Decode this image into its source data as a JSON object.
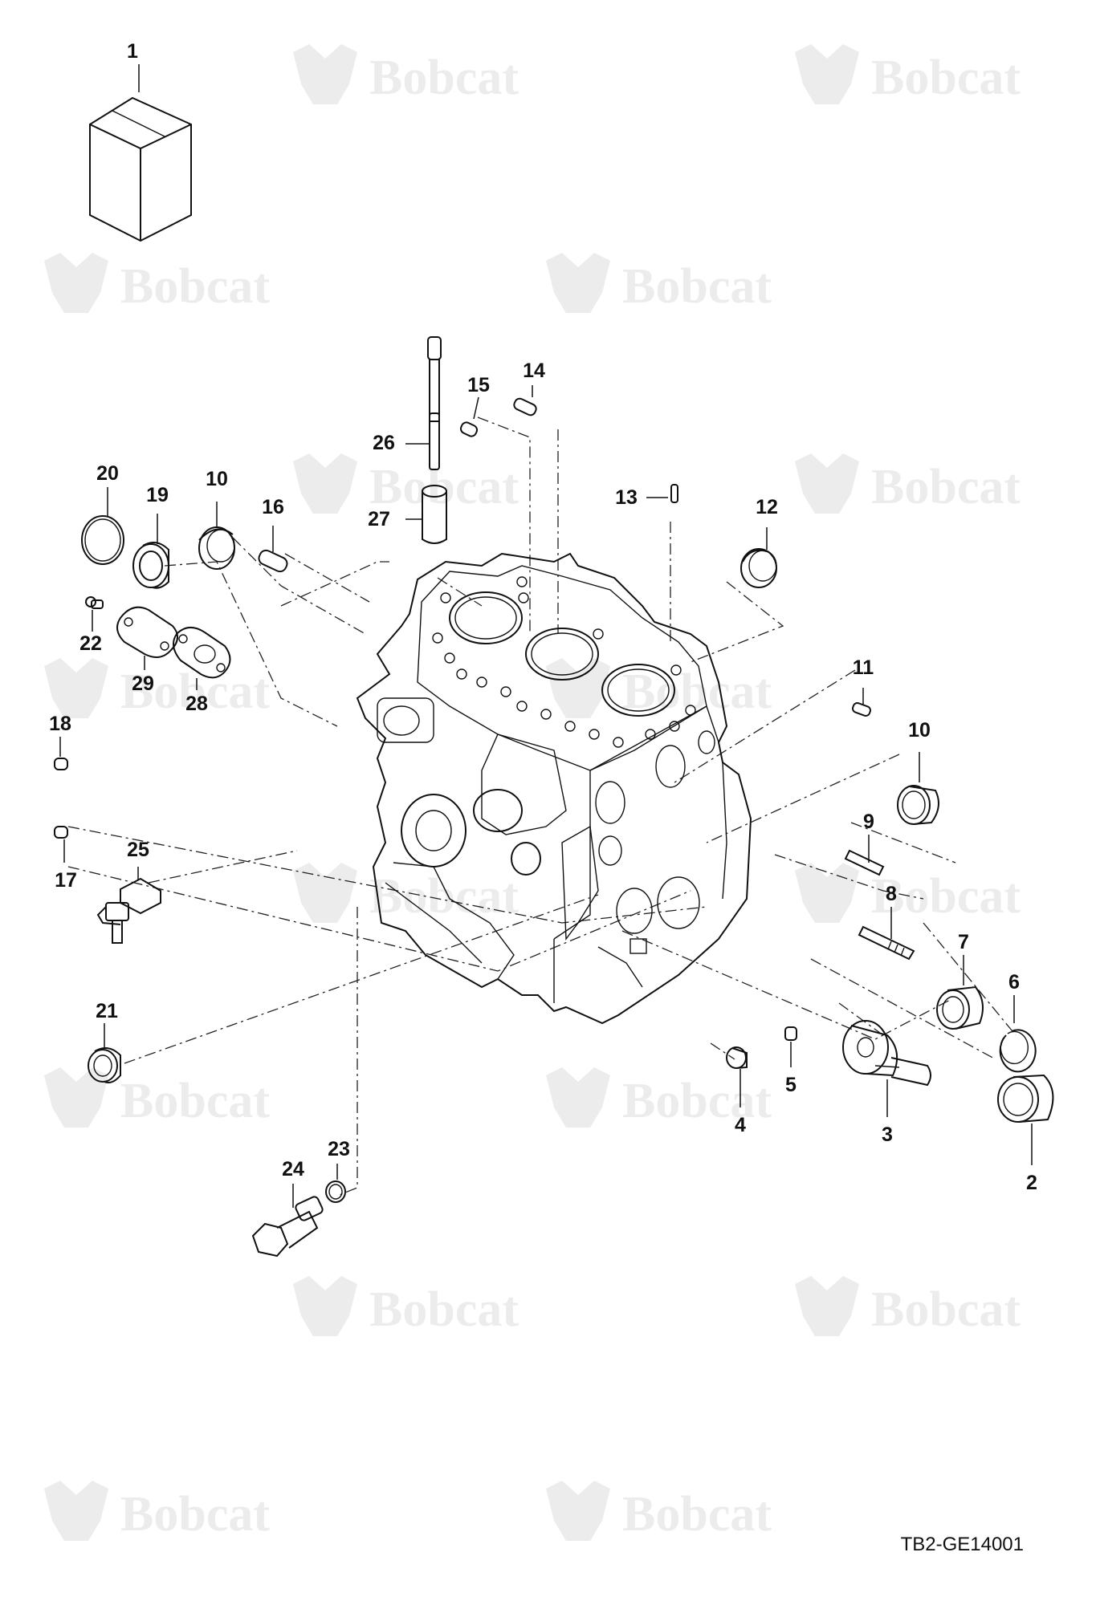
{
  "watermark_text": "Bobcat",
  "document_id": "TB2-GE14001",
  "callouts": [
    "1",
    "2",
    "3",
    "4",
    "5",
    "6",
    "7",
    "8",
    "9",
    "10",
    "10",
    "11",
    "12",
    "13",
    "14",
    "15",
    "16",
    "17",
    "18",
    "19",
    "20",
    "21",
    "22",
    "23",
    "24",
    "25",
    "26",
    "27",
    "28",
    "29"
  ],
  "colors": {
    "line": "#111111",
    "watermark": "#ececec",
    "background": "#ffffff"
  }
}
